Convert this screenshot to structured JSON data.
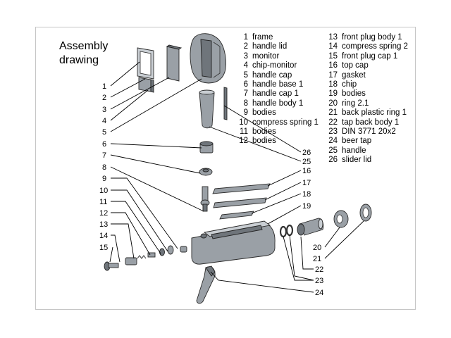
{
  "title": {
    "line1": "Assembly",
    "line2": "drawing"
  },
  "legend_left": [
    {
      "num": "1",
      "label": "frame"
    },
    {
      "num": "2",
      "label": "handle lid"
    },
    {
      "num": "3",
      "label": "monitor"
    },
    {
      "num": "4",
      "label": "chip-monitor"
    },
    {
      "num": "5",
      "label": "handle cap"
    },
    {
      "num": "6",
      "label": "handle base 1"
    },
    {
      "num": "7",
      "label": "handle cap 1"
    },
    {
      "num": "8",
      "label": "handle body 1"
    },
    {
      "num": "9",
      "label": "bodies"
    },
    {
      "num": "10",
      "label": "compress spring 1"
    },
    {
      "num": "11",
      "label": "bodies"
    },
    {
      "num": "12",
      "label": "bodies"
    }
  ],
  "legend_right": [
    {
      "num": "13",
      "label": "front plug body 1"
    },
    {
      "num": "14",
      "label": "compress spring 2"
    },
    {
      "num": "15",
      "label": "front plug cap 1"
    },
    {
      "num": "16",
      "label": "top cap"
    },
    {
      "num": "17",
      "label": "gasket"
    },
    {
      "num": "18",
      "label": "chip"
    },
    {
      "num": "19",
      "label": "bodies"
    },
    {
      "num": "20",
      "label": "ring 2.1"
    },
    {
      "num": "21",
      "label": "back plastic ring 1"
    },
    {
      "num": "22",
      "label": "tap back body 1"
    },
    {
      "num": "23",
      "label": "DIN 3771 20x2"
    },
    {
      "num": "24",
      "label": "beer tap"
    },
    {
      "num": "25",
      "label": "handle"
    },
    {
      "num": "26",
      "label": "slider lid"
    }
  ],
  "callouts": {
    "c1": "1",
    "c2": "2",
    "c3": "3",
    "c4": "4",
    "c5": "5",
    "c6": "6",
    "c7": "7",
    "c8": "8",
    "c9": "9",
    "c10": "10",
    "c11": "11",
    "c12": "12",
    "c13": "13",
    "c14": "14",
    "c15": "15",
    "c16": "16",
    "c17": "17",
    "c18": "18",
    "c19": "19",
    "c20": "20",
    "c21": "21",
    "c22": "22",
    "c23": "23",
    "c24": "24",
    "c25": "25",
    "c26": "26"
  }
}
